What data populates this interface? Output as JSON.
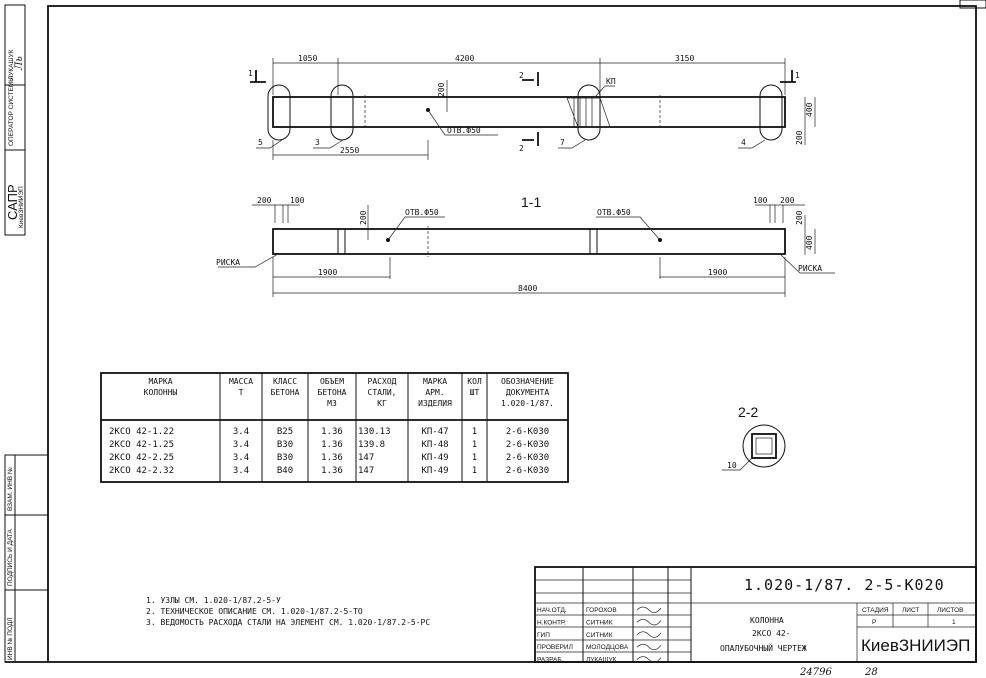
{
  "side_strip": {
    "author": "ЛУКАШУК",
    "operator": "ОПЕРАТОР СИСТЕМЫ",
    "sapr": "САПР",
    "sapr_org": "КиевЗНИИЭП",
    "inv_podl": "ИНВ № ПОДЛ",
    "signature_date": "ПОДПИСЬ И ДАТА",
    "vzam_inv": "ВЗАМ. ИНВ №"
  },
  "plan_view": {
    "dims_top": [
      "1050",
      "4200",
      "3150"
    ],
    "dim_2550": "2550",
    "dim_200_a": "200",
    "dim_400": "400",
    "dim_200_b": "200",
    "hole_label": "ОТВ.Ф50",
    "kp_label": "КП",
    "section_1": "1",
    "section_2": "2",
    "callouts": [
      "5",
      "3",
      "7",
      "4"
    ]
  },
  "section_1_1": {
    "title": "1-1",
    "dim_200_left": "200",
    "dim_100_left": "100",
    "dim_100_right": "100",
    "dim_200_right": "200",
    "dim_200_vert": "200",
    "dim_200_vert_right": "200",
    "dim_400": "400",
    "hole_label_left": "ОТВ.Ф50",
    "hole_label_right": "ОТВ.Ф50",
    "riska_left": "РИСКА",
    "riska_right": "РИСКА",
    "dim_1900_left": "1900",
    "dim_1900_right": "1900",
    "dim_8400": "8400"
  },
  "section_2_2": {
    "title": "2-2",
    "callout": "10"
  },
  "spec_table": {
    "headers": [
      [
        "МАРКА",
        "КОЛОННЫ"
      ],
      [
        "МАССА",
        "Т"
      ],
      [
        "КЛАСС",
        "БЕТОНА"
      ],
      [
        "ОБЪЕМ",
        "БЕТОНА",
        "М3"
      ],
      [
        "РАСХОД",
        "СТАЛИ,",
        "КГ"
      ],
      [
        "МАРКА",
        "АРМ.",
        "ИЗДЕЛИЯ"
      ],
      [
        "КОЛ",
        "ШТ"
      ],
      [
        "ОБОЗНАЧЕНИЕ",
        "ДОКУМЕНТА",
        "1.020-1/87."
      ]
    ],
    "rows": [
      [
        "2КСО 42-1.22",
        "3.4",
        "В25",
        "1.36",
        "130.13",
        "КП-47",
        "1",
        "2-6-К030"
      ],
      [
        "2КСО 42-1.25",
        "3.4",
        "В30",
        "1.36",
        "139.8",
        "КП-48",
        "1",
        "2-6-К030"
      ],
      [
        "2КСО 42-2.25",
        "3.4",
        "В30",
        "1.36",
        "147",
        "КП-49",
        "1",
        "2-6-К030"
      ],
      [
        "2КСО 42-2.32",
        "3.4",
        "В40",
        "1.36",
        "147",
        "КП-49",
        "1",
        "2-6-К030"
      ]
    ]
  },
  "notes": [
    "1. УЗЛЫ СМ. 1.020-1/87.2-5-У",
    "2. ТЕХНИЧЕСКОЕ ОПИСАНИЕ СМ. 1.020-1/87.2-5-ТО",
    "3. ВЕДОМОСТЬ РАСХОДА СТАЛИ НА ЭЛЕМЕНТ СМ. 1.020-1/87.2-5-РС"
  ],
  "title_block": {
    "doc_code": "1.020-1/87. 2-5-К020",
    "roles": [
      {
        "role": "НАЧ.ОТД.",
        "name": "ГОРОХОВ"
      },
      {
        "role": "Н.КОНТР.",
        "name": "СИТНИК"
      },
      {
        "role": "ГИП",
        "name": "СИТНИК"
      },
      {
        "role": "ПРОВЕРИЛ",
        "name": "МОЛОДЦОВА"
      },
      {
        "role": "РАЗРАБ.",
        "name": "ЛУКАШУК"
      }
    ],
    "name_line1": "КОЛОННА",
    "name_line2": "2КСО 42-",
    "name_line3": "ОПАЛУБОЧНЫЙ ЧЕРТЕЖ",
    "stage_label": "СТАДИЯ",
    "sheet_label": "ЛИСТ",
    "sheets_label": "ЛИСТОВ",
    "stage": "Р",
    "sheet": "",
    "sheets": "1",
    "org": "КиевЗНИИЭП"
  },
  "footer": {
    "archive_no": "24796",
    "page_no": "28"
  }
}
